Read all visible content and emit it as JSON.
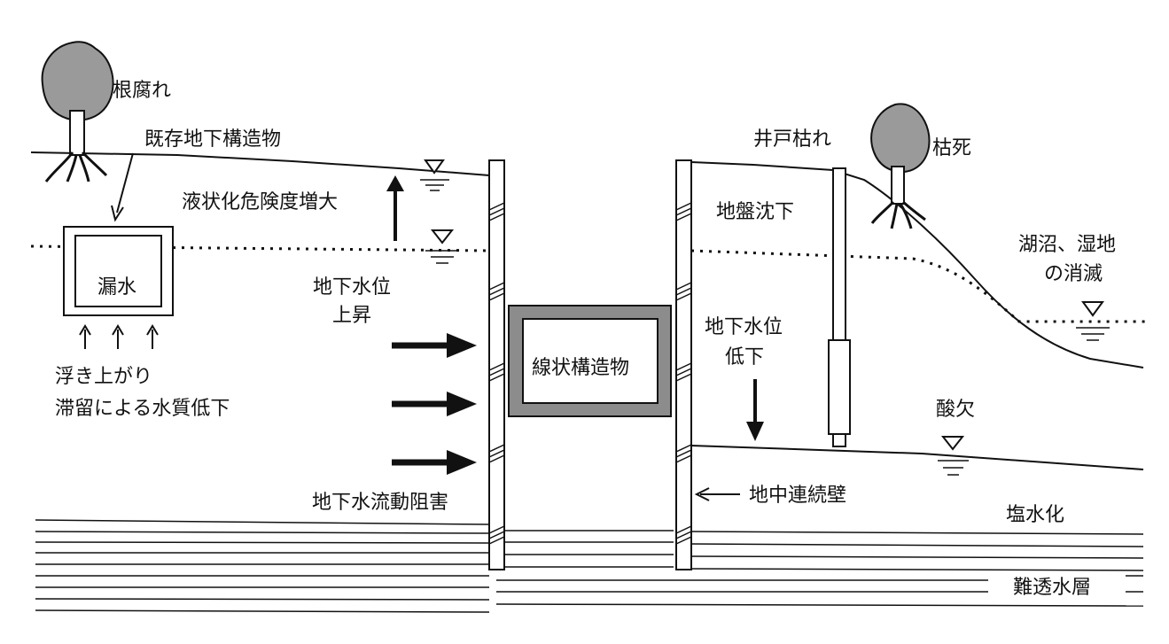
{
  "labels": {
    "root_rot": "根腐れ",
    "existing_structure": "既存地下構造物",
    "leak": "漏水",
    "uplift": "浮き上がり",
    "water_quality": "滞留による水質低下",
    "liquefaction": "液状化危険度増大",
    "gw_rise_line1": "地下水位",
    "gw_rise_line2": "上昇",
    "flow_block": "地下水流動阻害",
    "linear_structure": "線状構造物",
    "well_dry": "井戸枯れ",
    "withered": "枯死",
    "subsidence": "地盤沈下",
    "lake_line1": "湖沼、湿地",
    "lake_line2": "の消滅",
    "gw_drop_line1": "地下水位",
    "gw_drop_line2": "低下",
    "anoxia": "酸欠",
    "diaphragm_wall": "地中連続壁",
    "salinization": "塩水化",
    "aquitard": "難透水層"
  },
  "colors": {
    "ink": "#111111",
    "tree_fill": "#9a9a9a",
    "structure_frame": "#8c8c8c",
    "background": "#ffffff"
  }
}
